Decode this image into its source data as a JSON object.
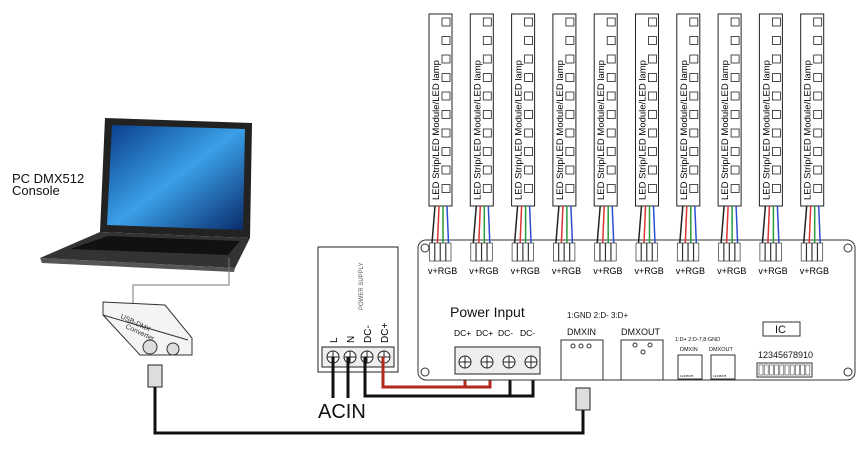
{
  "pc_label": {
    "line1": "PC  DMX512",
    "line2": "Console"
  },
  "converter_label": {
    "line1": "USB-DMX",
    "line2": "Converter"
  },
  "power_supply": {
    "title": "POWER SUPPLY",
    "terminals": [
      "L",
      "N",
      "DC-",
      "DC+"
    ],
    "ac_label": "ACIN"
  },
  "controller": {
    "power_input_label": "Power Input",
    "power_terminals": [
      "DC+",
      "DC+",
      "DC-",
      "DC-"
    ],
    "xlr_pinout": "1:GND 2:D- 3:D+",
    "dmx_in": "DMXIN",
    "dmx_out": "DMXOUT",
    "rj45_pinout": "1:D+ 2:D-7,8:GND",
    "rj45_in": "DMXIN",
    "rj45_out": "DMXOUT",
    "rj45_pins": "12345678",
    "ic_label": "IC",
    "dip_numbers": "12345678910",
    "output_label": "v+RGB",
    "output_count": 10
  },
  "led_strip_label": "LED Strip/LED Module/LED lamp",
  "colors": {
    "positive_wire": "#b22a1e",
    "negative_wire": "#111111",
    "red": "#d33",
    "green": "#2a9a3a",
    "blue": "#2c4fd0"
  }
}
